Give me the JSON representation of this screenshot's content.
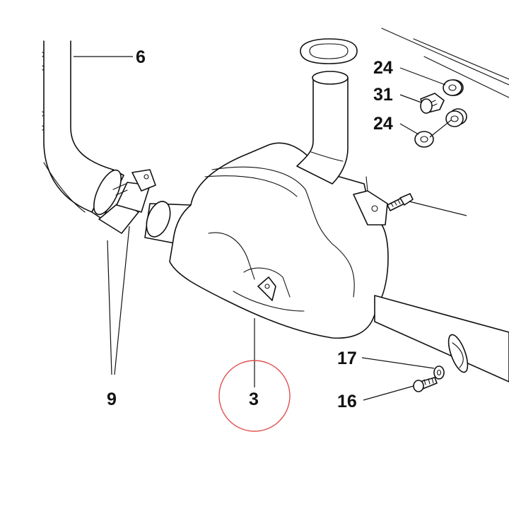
{
  "callouts": {
    "c6": "6",
    "c24_top": "24",
    "c31": "31",
    "c24_mid": "24",
    "c9": "9",
    "c3": "3",
    "c17": "17",
    "c16": "16"
  },
  "highlight": {
    "target": "3",
    "color": "#e05050"
  }
}
